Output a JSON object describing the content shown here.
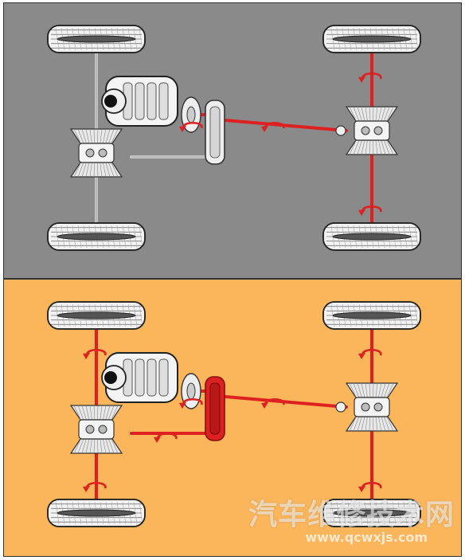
{
  "panels": [
    {
      "id": "top",
      "background": "#8a8a8a",
      "mode": "two-wheel-drive",
      "front_axle_driven": false
    },
    {
      "id": "bottom",
      "background": "#fbb55a",
      "mode": "four-wheel-drive",
      "front_axle_driven": true
    }
  ],
  "colors": {
    "drive": "#dd2020",
    "idle": "#d8d8d8",
    "outline": "#333333",
    "part_fill": "#f0f0f0"
  },
  "watermark": {
    "text_cn": "汽车维修技术网",
    "url": "www.qcwxjs.com"
  }
}
